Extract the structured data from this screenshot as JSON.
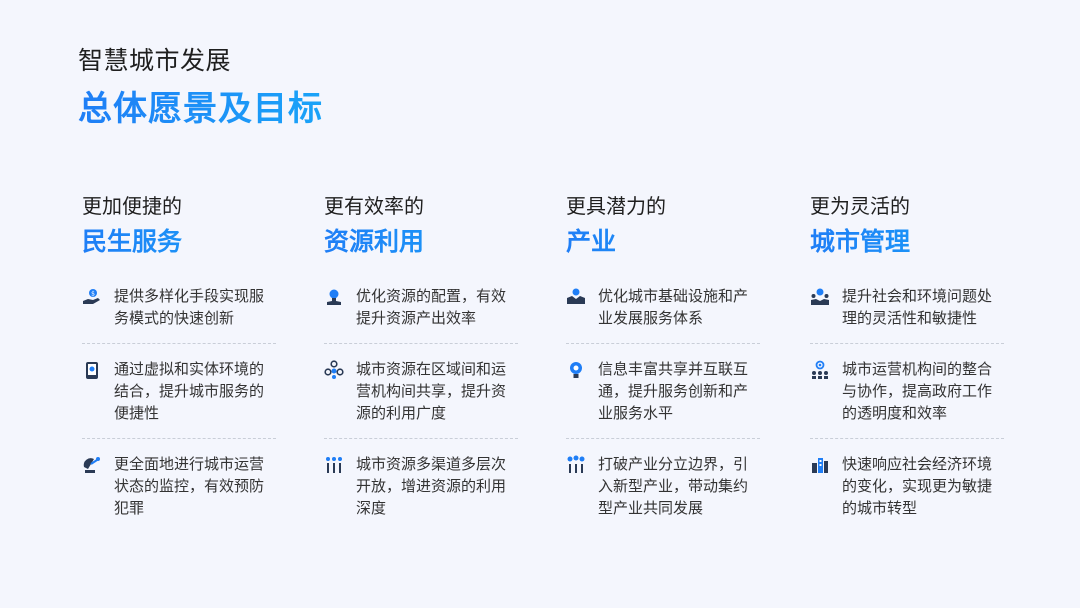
{
  "header": {
    "subtitle": "智慧城市发展",
    "title": "总体愿景及目标"
  },
  "columns": [
    {
      "sub": "更加便捷的",
      "title": "民生服务",
      "items": [
        {
          "icon": "hand-coin-icon",
          "text": "提供多样化手段实现服务模式的快速创新"
        },
        {
          "icon": "smartphone-icon",
          "text": "通过虚拟和实体环境的结合，提升城市服务的便捷性"
        },
        {
          "icon": "satellite-dish-icon",
          "text": "更全面地进行城市运营状态的监控，有效预防犯罪"
        }
      ]
    },
    {
      "sub": "更有效率的",
      "title": "资源利用",
      "items": [
        {
          "icon": "lightbulb-hand-icon",
          "text": "优化资源的配置，有效提升资源产出效率"
        },
        {
          "icon": "network-nodes-icon",
          "text": "城市资源在区域间和运营机构间共享，提升资源的利用广度"
        },
        {
          "icon": "people-bars-icon",
          "text": "城市资源多渠道多层次开放，增进资源的利用深度"
        }
      ]
    },
    {
      "sub": "更具潜力的",
      "title": "产业",
      "items": [
        {
          "icon": "handshake-icon",
          "text": "优化城市基础设施和产业发展服务体系"
        },
        {
          "icon": "idea-bulb-icon",
          "text": "信息丰富共享并互联互通，提升服务创新和产业服务水平"
        },
        {
          "icon": "people-ideas-icon",
          "text": "打破产业分立边界，引入新型产业，带动集约型产业共同发展"
        }
      ]
    },
    {
      "sub": "更为灵活的",
      "title": "城市管理",
      "items": [
        {
          "icon": "team-idea-icon",
          "text": "提升社会和环境问题处理的灵活性和敏捷性"
        },
        {
          "icon": "organization-icon",
          "text": "城市运营机构间的整合与协作，提高政府工作的透明度和效率"
        },
        {
          "icon": "city-buildings-icon",
          "text": "快速响应社会经济环境的变化，实现更为敏捷的城市转型"
        }
      ]
    }
  ]
}
